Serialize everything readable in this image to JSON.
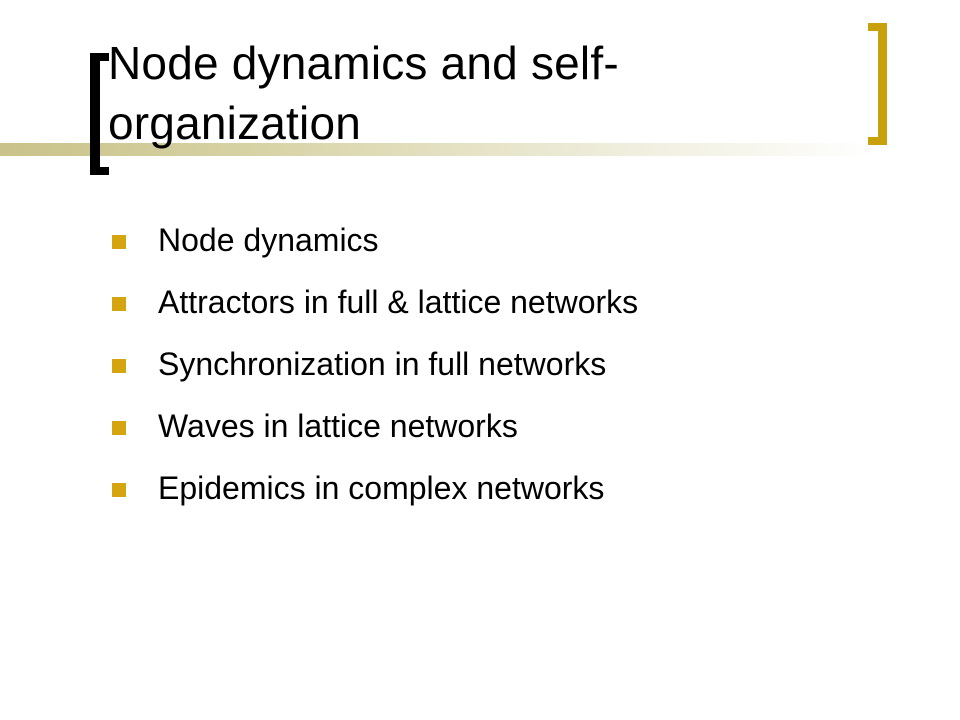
{
  "slide": {
    "title_lines": [
      "Node dynamics and self-",
      "organization"
    ],
    "bullets": [
      "Node dynamics",
      "Attractors in full & lattice networks",
      "Synchronization in full networks",
      "Waves in lattice networks",
      "Epidemics in complex networks"
    ],
    "colors": {
      "accent_gold": "#c9a10f",
      "bullet_gold": "#d4a50e",
      "left_bracket": "#000000",
      "title_bar_start": "#c9c28a"
    },
    "icons": {
      "left_bracket": "left-bracket-icon",
      "right_bracket": "right-bracket-icon",
      "bullet": "square-bullet-icon"
    }
  }
}
